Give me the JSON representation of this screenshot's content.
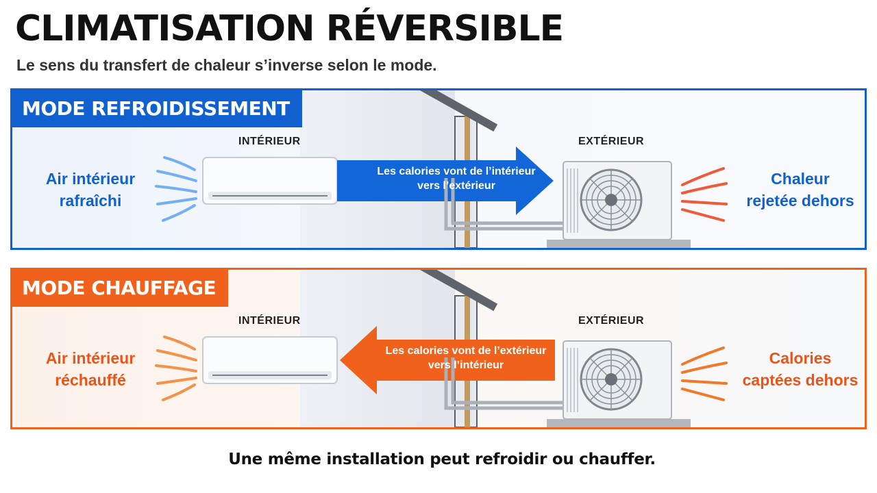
{
  "title": "CLIMATISATION RÉVERSIBLE",
  "subtitle": "Le sens du transfert de chaleur s’inverse selon le mode.",
  "colors": {
    "cool": "#1060d0",
    "heat": "#f0621c"
  },
  "panels": [
    {
      "mode": "MODE REFROIDISSEMENT",
      "interior_label": "INTÉRIEUR",
      "exterior_label": "EXTÉRIEUR",
      "interior_text": [
        "Air intérieur",
        "rafraîchi"
      ],
      "exterior_text": [
        "Chaleur",
        "rejetée dehors"
      ],
      "arrow_text": [
        "Les calories vont de l’intérieur",
        "vers l’extérieur"
      ],
      "arrow_direction": "right"
    },
    {
      "mode": "MODE CHAUFFAGE",
      "interior_label": "INTÉRIEUR",
      "exterior_label": "EXTÉRIEUR",
      "interior_text": [
        "Air intérieur",
        "réchauffé"
      ],
      "exterior_text": [
        "Calories",
        "captées dehors"
      ],
      "arrow_text": [
        "Les calories vont de l’extérieur",
        "vers l’intérieur"
      ],
      "arrow_direction": "left"
    }
  ],
  "footer": "Une même installation peut refroidir ou chauffer."
}
